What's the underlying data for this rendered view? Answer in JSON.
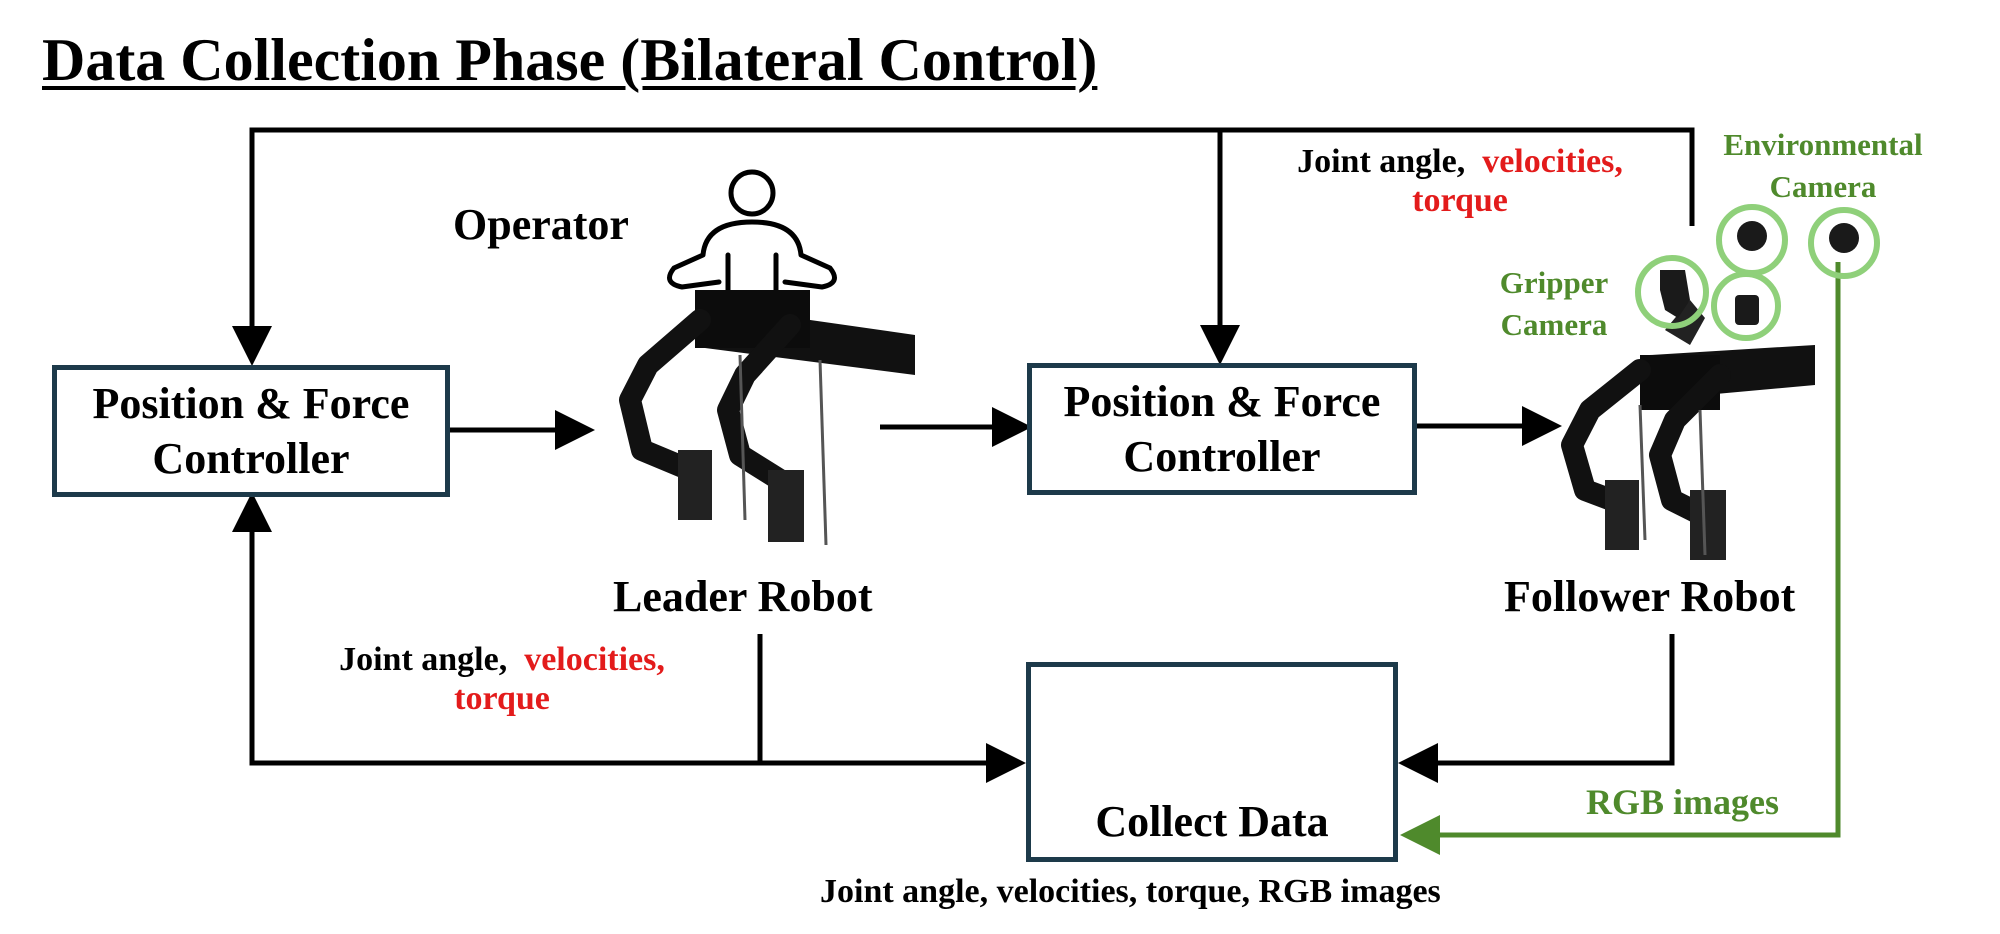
{
  "title": "Data Collection Phase (Bilateral Control)",
  "controllers": {
    "left": {
      "line1": "Position & Force",
      "line2": "Controller"
    },
    "middle": {
      "line1": "Position & Force",
      "line2": "Controller"
    }
  },
  "labels": {
    "operator": "Operator",
    "leader_robot": "Leader Robot",
    "follower_robot": "Follower Robot",
    "gripper_camera_1": "Gripper",
    "gripper_camera_2": "Camera",
    "environmental_camera_1": "Environmental",
    "environmental_camera_2": "Camera",
    "rgb_images": "RGB images",
    "collect_data": "Collect Data",
    "collect_data_caption": "Joint angle,  velocities, torque, RGB images"
  },
  "signals": {
    "top": {
      "prefix": "Joint angle,",
      "highlight": "velocities,",
      "line2": "torque"
    },
    "bottom": {
      "prefix": "Joint angle,",
      "highlight": "velocities,",
      "line2": "torque"
    }
  },
  "colors": {
    "box_border": "#1d3a4a",
    "highlight_red": "#e31b1b",
    "camera_green": "#4f8a2c",
    "camera_ring": "#8fd07a"
  }
}
